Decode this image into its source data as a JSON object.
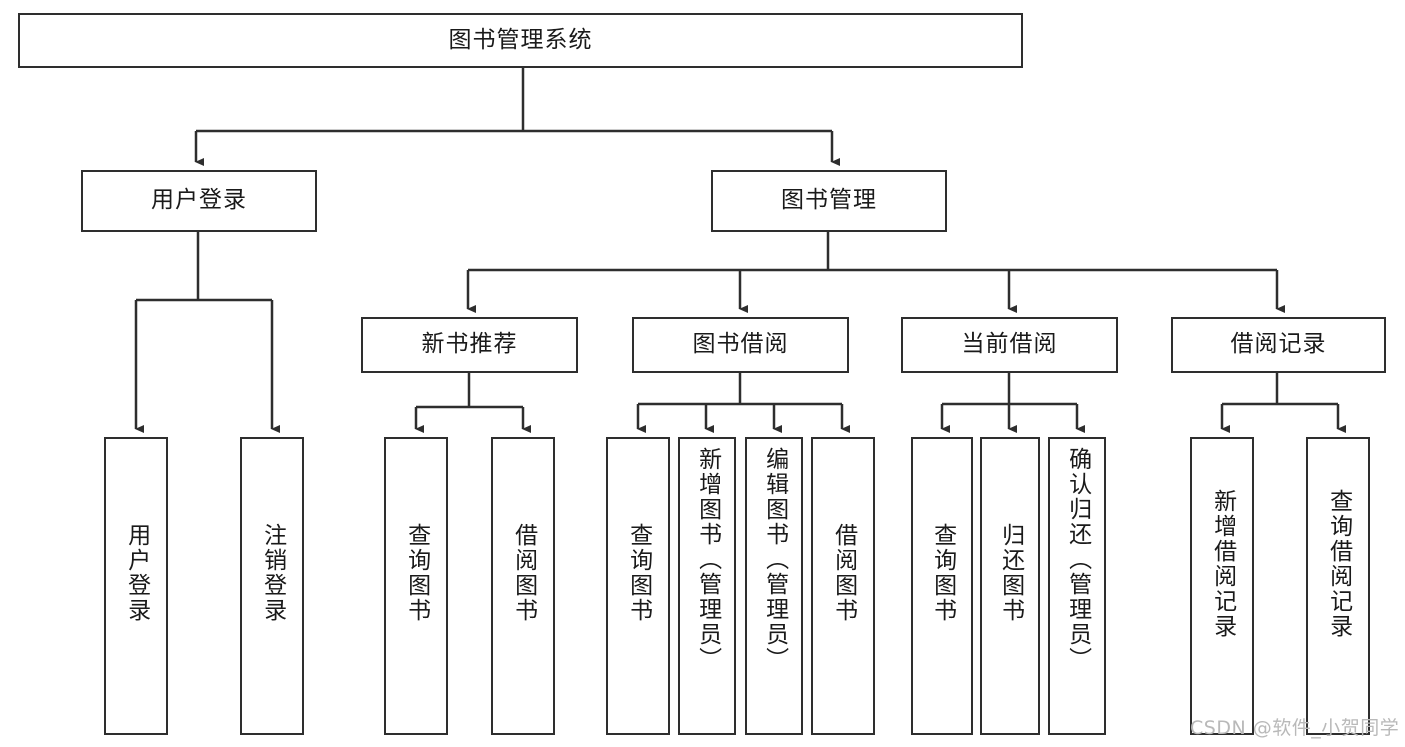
{
  "diagram": {
    "title": "图书管理系统",
    "type": "tree-hierarchy-diagram",
    "root": {
      "id": "root",
      "label": "图书管理系统"
    },
    "level2": [
      {
        "id": "user-login",
        "label": "用户登录"
      },
      {
        "id": "book-manage",
        "label": "图书管理"
      }
    ],
    "level3": [
      {
        "id": "new-book-rec",
        "label": "新书推荐",
        "parent": "book-manage"
      },
      {
        "id": "book-borrow",
        "label": "图书借阅",
        "parent": "book-manage"
      },
      {
        "id": "current-borrow",
        "label": "当前借阅",
        "parent": "book-manage"
      },
      {
        "id": "borrow-record",
        "label": "借阅记录",
        "parent": "book-manage"
      }
    ],
    "leaves": [
      {
        "id": "leaf-user-login",
        "label": "用户登录",
        "parent": "user-login"
      },
      {
        "id": "leaf-logout",
        "label": "注销登录",
        "parent": "user-login"
      },
      {
        "id": "leaf-query-book-1",
        "label": "查询图书",
        "parent": "new-book-rec"
      },
      {
        "id": "leaf-borrow-book-1",
        "label": "借阅图书",
        "parent": "new-book-rec"
      },
      {
        "id": "leaf-query-book-2",
        "label": "查询图书",
        "parent": "book-borrow"
      },
      {
        "id": "leaf-add-book",
        "label": "新增图书（管理员）",
        "parent": "book-borrow"
      },
      {
        "id": "leaf-edit-book",
        "label": "编辑图书（管理员）",
        "parent": "book-borrow"
      },
      {
        "id": "leaf-borrow-book-2",
        "label": "借阅图书",
        "parent": "book-borrow"
      },
      {
        "id": "leaf-query-book-3",
        "label": "查询图书",
        "parent": "current-borrow"
      },
      {
        "id": "leaf-return-book",
        "label": "归还图书",
        "parent": "current-borrow"
      },
      {
        "id": "leaf-confirm-return",
        "label": "确认归还（管理员）",
        "parent": "current-borrow"
      },
      {
        "id": "leaf-add-record",
        "label": "新增借阅记录",
        "parent": "borrow-record"
      },
      {
        "id": "leaf-query-record",
        "label": "查询借阅记录",
        "parent": "borrow-record"
      }
    ],
    "colors": {
      "stroke": "#2e2e2e",
      "fill": "#ffffff",
      "text": "#1a1a1a",
      "watermark": "#b9b9b9"
    }
  },
  "watermark": {
    "text": "CSDN @软件_小贺同学"
  }
}
